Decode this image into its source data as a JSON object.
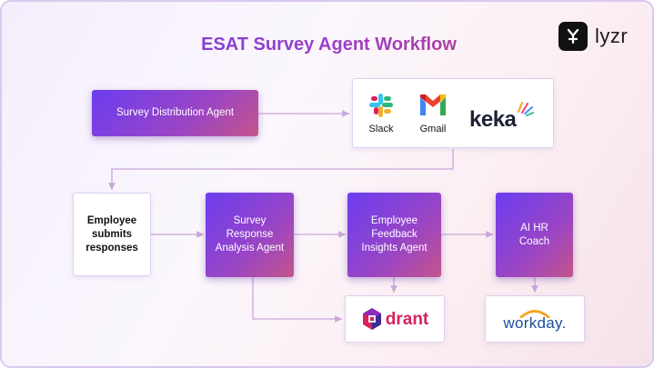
{
  "title": "ESAT Survey Agent Workflow",
  "brand": {
    "name": "lyzr"
  },
  "nodes": {
    "survey_distribution": "Survey Distribution Agent",
    "employee_submits": "Employee submits responses",
    "survey_analysis": "Survey Response Analysis Agent",
    "feedback_insights": "Employee Feedback Insights Agent",
    "ai_hr_coach": "AI HR Coach"
  },
  "tools": {
    "slack": "Slack",
    "gmail": "Gmail",
    "keka": "keka",
    "qdrant": "drant",
    "workday": "workday."
  },
  "colors": {
    "agent_gradient": [
      "#6b3df0",
      "#9a45c4",
      "#c4548a"
    ],
    "connector": "#c9a6d9",
    "title_gradient": [
      "#6a3fe0",
      "#9b3fc8",
      "#c8406a"
    ],
    "workday_blue": "#1a4e9a",
    "workday_orange": "#f5a623",
    "qdrant": "#d6245a"
  },
  "icons": [
    "slack-icon",
    "gmail-icon",
    "keka-icon",
    "qdrant-icon",
    "workday-icon",
    "lyzr-logo-icon"
  ]
}
